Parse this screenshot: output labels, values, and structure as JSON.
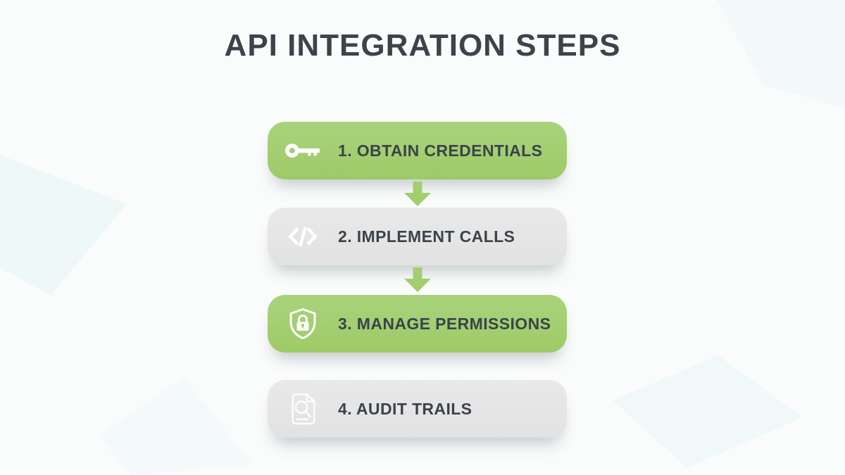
{
  "title": "API INTEGRATION STEPS",
  "colors": {
    "accent_green": "#a3ce72",
    "card_gray": "#e6e6e6",
    "label_text": "#3b434b",
    "arrow_green": "#a2ce70",
    "icon_white": "#ffffff",
    "background": "#fafcfc"
  },
  "steps": [
    {
      "label": "1. OBTAIN CREDENTIALS",
      "icon": "key-icon",
      "variant": "green"
    },
    {
      "label": "2. IMPLEMENT CALLS",
      "icon": "code-icon",
      "variant": "gray"
    },
    {
      "label": "3. MANAGE PERMISSIONS",
      "icon": "shield-lock-icon",
      "variant": "green"
    },
    {
      "label": "4. AUDIT TRAILS",
      "icon": "audit-document-icon",
      "variant": "gray"
    }
  ],
  "arrows": [
    {
      "between": "step-1-and-step-2",
      "direction": "down"
    },
    {
      "between": "step-2-and-step-3",
      "direction": "down"
    }
  ]
}
